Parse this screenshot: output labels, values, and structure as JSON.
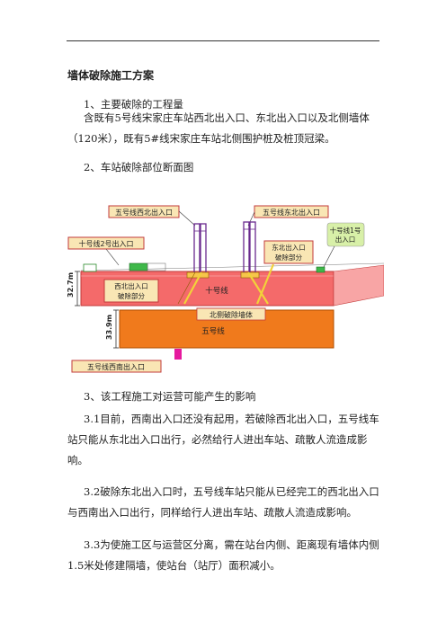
{
  "doc": {
    "title": "墙体破除施工方案",
    "s1_heading": "1、主要破除的工程量",
    "s1_body": "含既有5号线宋家庄车站西北出入口、东北出入口以及北侧墙体（120米），既有5#线宋家庄车站北侧围护桩及桩顶冠梁。",
    "s2_heading": "2、车站破除部位断面图",
    "s3_heading": "3、该工程施工对运营可能产生的影响",
    "p31": "3.1目前，西南出入口还没有起用，若破除西北出入口，五号线车站只能从东北出入口出行，必然给行人进出车站、疏散人流造成影响。",
    "p32": "3.2破除东北出入口时，五号线车站只能从已经完工的西北出入口与西南出入口出行，同样给行人进出车站、疏散人流造成影响。",
    "p33": "3.3为使施工区与运营区分离，需在站台内侧、距离现有墙体内侧1.5米处修建隔墙，使站台（站厅）面积减小。"
  },
  "figure": {
    "label_nw_exit": "五号线西北出入口",
    "label_ne_exit": "五号线东北出入口",
    "label_l10_exit2": "十号线2号出入口",
    "label_l10_exit1_a": "十号线1号",
    "label_l10_exit1_b": "出入口",
    "label_ne_demo_a": "东北出入口",
    "label_ne_demo_b": "破除部分",
    "label_nw_demo_a": "西北出入口",
    "label_nw_demo_b": "破除部分",
    "label_line10": "十号线",
    "label_north_wall": "北侧破除墙体",
    "label_line5": "五号线",
    "label_sw_exit": "五号线西南出入口",
    "dim_upper": "32.7m",
    "dim_lower": "33.9m",
    "colors": {
      "line10_box": "#f46a6a",
      "line5_box": "#f07a1c",
      "label_bg": "#f9e6b4",
      "label_border": "#c23b3b",
      "green_label": "#d8f0a8",
      "magenta": "#e6199e",
      "exit_purple": "#6a2a8e"
    }
  }
}
